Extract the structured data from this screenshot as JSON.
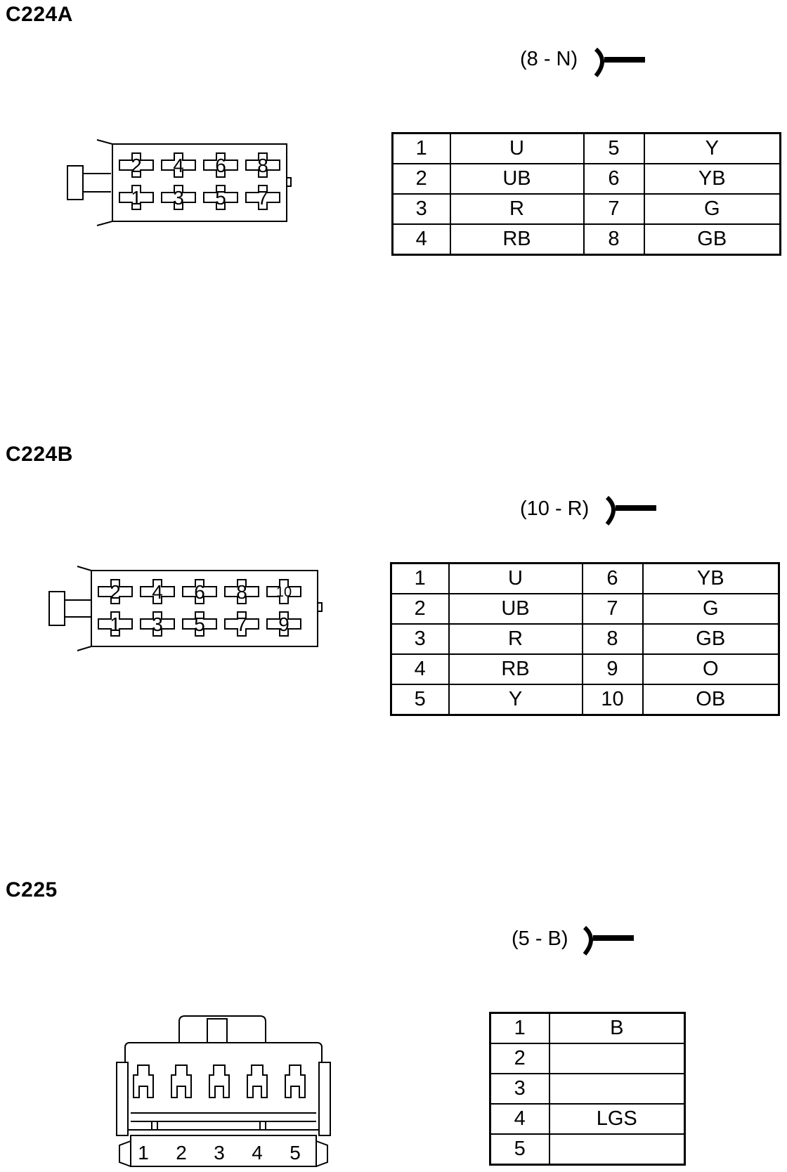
{
  "connectors": [
    {
      "id": "C224A",
      "title": "C224A",
      "code": "(8 - N)",
      "pins": [
        {
          "pin": "1",
          "wire": "U"
        },
        {
          "pin": "2",
          "wire": "UB"
        },
        {
          "pin": "3",
          "wire": "R"
        },
        {
          "pin": "4",
          "wire": "RB"
        },
        {
          "pin": "5",
          "wire": "Y"
        },
        {
          "pin": "6",
          "wire": "YB"
        },
        {
          "pin": "7",
          "wire": "G"
        },
        {
          "pin": "8",
          "wire": "GB"
        }
      ],
      "face_top": [
        "2",
        "4",
        "6",
        "8"
      ],
      "face_bottom": [
        "1",
        "3",
        "5",
        "7"
      ]
    },
    {
      "id": "C224B",
      "title": "C224B",
      "code": "(10 - R)",
      "pins": [
        {
          "pin": "1",
          "wire": "U"
        },
        {
          "pin": "2",
          "wire": "UB"
        },
        {
          "pin": "3",
          "wire": "R"
        },
        {
          "pin": "4",
          "wire": "RB"
        },
        {
          "pin": "5",
          "wire": "Y"
        },
        {
          "pin": "6",
          "wire": "YB"
        },
        {
          "pin": "7",
          "wire": "G"
        },
        {
          "pin": "8",
          "wire": "GB"
        },
        {
          "pin": "9",
          "wire": "O"
        },
        {
          "pin": "10",
          "wire": "OB"
        }
      ],
      "face_top": [
        "2",
        "4",
        "6",
        "8",
        "10"
      ],
      "face_bottom": [
        "1",
        "3",
        "5",
        "7",
        "9"
      ]
    },
    {
      "id": "C225",
      "title": "C225",
      "code": "(5 - B)",
      "pins": [
        {
          "pin": "1",
          "wire": "B"
        },
        {
          "pin": "2",
          "wire": ""
        },
        {
          "pin": "3",
          "wire": ""
        },
        {
          "pin": "4",
          "wire": "LGS"
        },
        {
          "pin": "5",
          "wire": ""
        }
      ],
      "face_labels": [
        "1",
        "2",
        "3",
        "4",
        "5"
      ]
    }
  ]
}
